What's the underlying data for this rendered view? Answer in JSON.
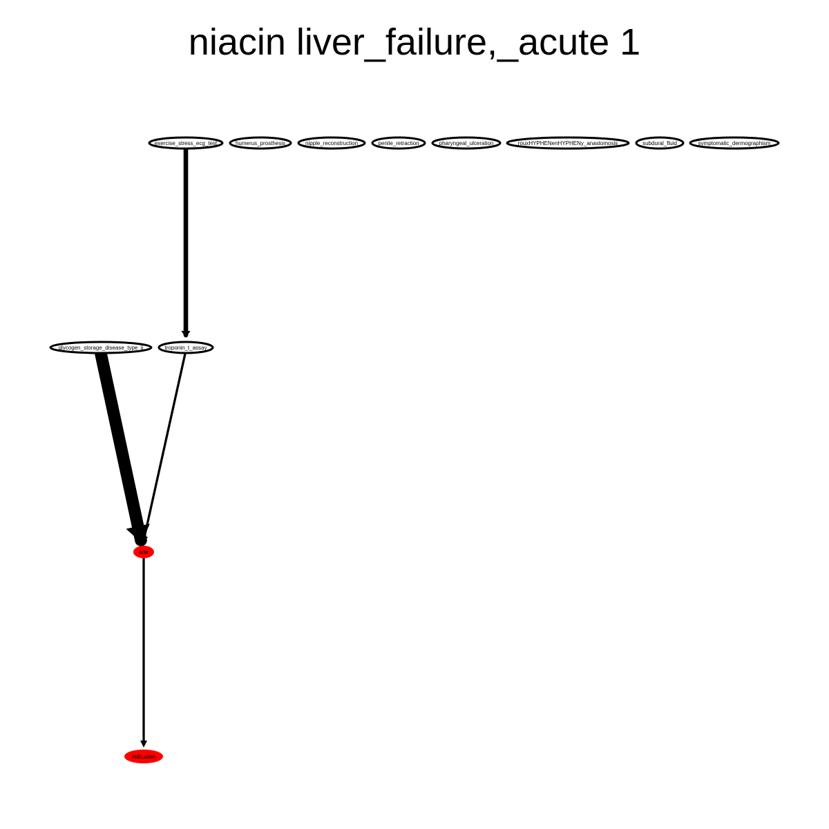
{
  "title": "niacin liver_failure,_acute 1",
  "nodes": [
    {
      "id": "exercise_stress_ecg_test",
      "label": "exercise_stress_ecg_test",
      "fill": "#ffffff"
    },
    {
      "id": "humerus_prosthesis",
      "label": "humerus_prosthesis",
      "fill": "#ffffff"
    },
    {
      "id": "nipple_reconstruction",
      "label": "nipple_reconstruction",
      "fill": "#ffffff"
    },
    {
      "id": "penile_retraction",
      "label": "penile_retraction",
      "fill": "#ffffff"
    },
    {
      "id": "pharyngeal_ulceration",
      "label": "pharyngeal_ulceration",
      "fill": "#ffffff"
    },
    {
      "id": "rouxHYPHENenHYPHENy_anastomosis",
      "label": "rouxHYPHENenHYPHENy_anastomosis",
      "fill": "#ffffff"
    },
    {
      "id": "subdural_fluid",
      "label": "subdural_fluid",
      "fill": "#ffffff"
    },
    {
      "id": "symptomatic_dermographism",
      "label": "symptomatic_dermographism",
      "fill": "#ffffff"
    },
    {
      "id": "glycogen_storage_disease_type_ii",
      "label": "glycogen_storage_disease_type_ii",
      "fill": "#ffffff"
    },
    {
      "id": "troponin_t_assay",
      "label": "troponin_t_assay",
      "fill": "#ffffff"
    },
    {
      "id": "ade",
      "label": "ade",
      "fill": "#ff0000"
    },
    {
      "id": "indication",
      "label": "indication",
      "fill": "#ff0000"
    }
  ],
  "edges": [
    {
      "from": "exercise_stress_ecg_test",
      "to": "troponin_t_assay",
      "weight": 3
    },
    {
      "from": "glycogen_storage_disease_type_ii",
      "to": "ade",
      "weight": 8
    },
    {
      "from": "troponin_t_assay",
      "to": "ade",
      "weight": 1.5
    },
    {
      "from": "ade",
      "to": "indication",
      "weight": 1.5
    }
  ]
}
